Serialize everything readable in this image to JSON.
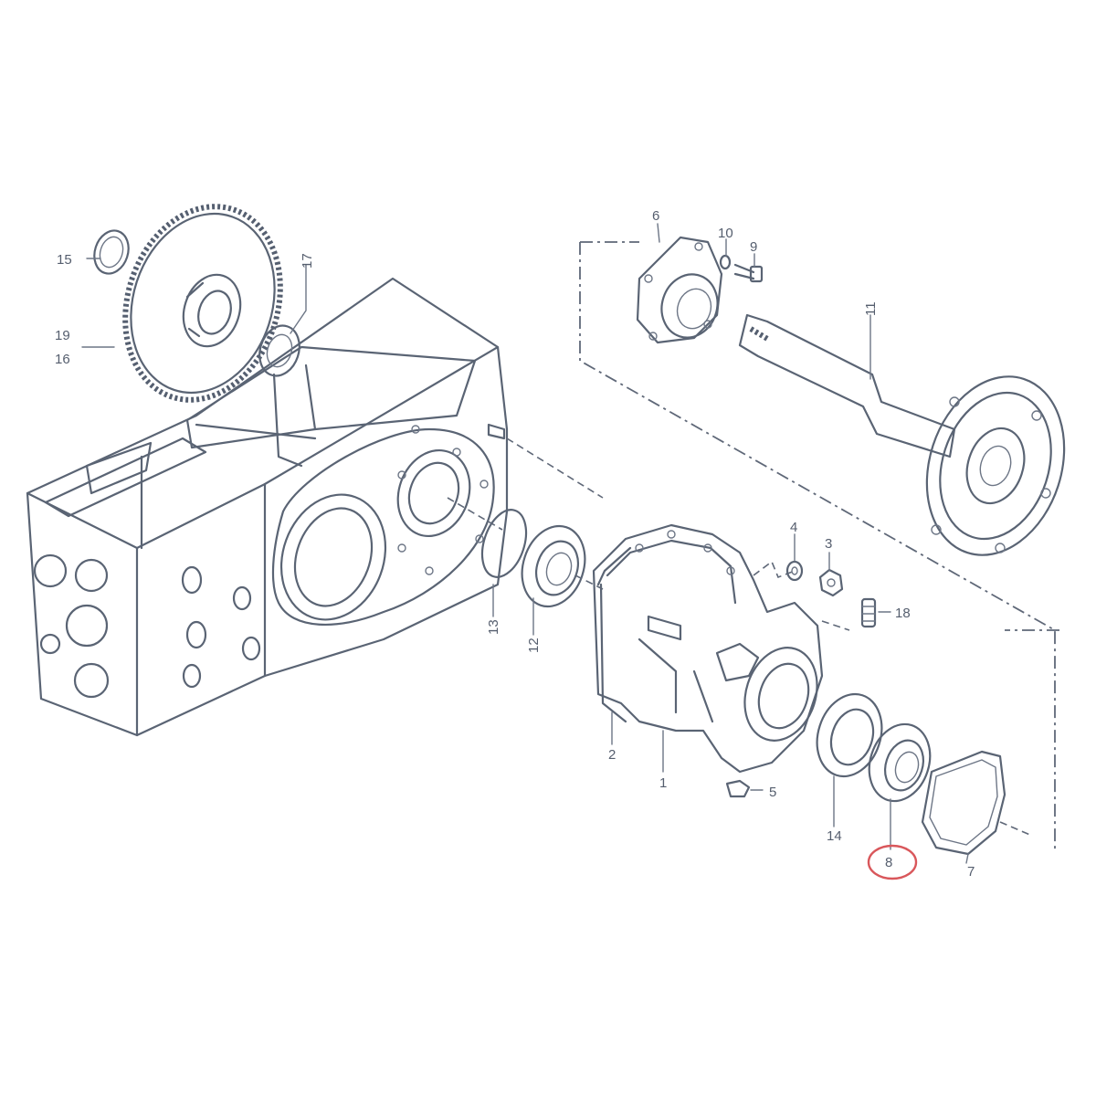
{
  "parts": [
    {
      "id": "p15",
      "label": "15"
    },
    {
      "id": "p19",
      "label": "19"
    },
    {
      "id": "p16",
      "label": "16"
    },
    {
      "id": "p17",
      "label": "17"
    },
    {
      "id": "p6",
      "label": "6"
    },
    {
      "id": "p10",
      "label": "10"
    },
    {
      "id": "p9",
      "label": "9"
    },
    {
      "id": "p11",
      "label": "11"
    },
    {
      "id": "p4",
      "label": "4"
    },
    {
      "id": "p3",
      "label": "3"
    },
    {
      "id": "p18",
      "label": "18"
    },
    {
      "id": "p13",
      "label": "13"
    },
    {
      "id": "p12",
      "label": "12"
    },
    {
      "id": "p2",
      "label": "2"
    },
    {
      "id": "p1",
      "label": "1"
    },
    {
      "id": "p5",
      "label": "5"
    },
    {
      "id": "p14",
      "label": "14"
    },
    {
      "id": "p8",
      "label": "8"
    },
    {
      "id": "p7",
      "label": "7"
    }
  ],
  "highlighted_part": "8",
  "colors": {
    "line": "#5a6474",
    "highlight": "#d9575b",
    "background": "#ffffff"
  }
}
